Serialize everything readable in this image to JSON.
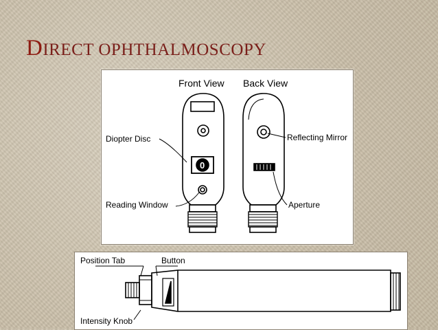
{
  "slide": {
    "title_lead": "D",
    "title_rest": "irect   Ophthalmoscopy"
  },
  "top_diagram": {
    "front_view_label": "Front View",
    "back_view_label": "Back View",
    "diopter_disc_label": "Diopter Disc",
    "reading_window_label": "Reading Window",
    "reflecting_mirror_label": "Reflecting Mirror",
    "aperture_label": "Aperture",
    "reading_window_digit": "0"
  },
  "bottom_diagram": {
    "position_tab_label": "Position Tab",
    "button_label": "Button",
    "intensity_knob_label": "Intensity Knob"
  }
}
